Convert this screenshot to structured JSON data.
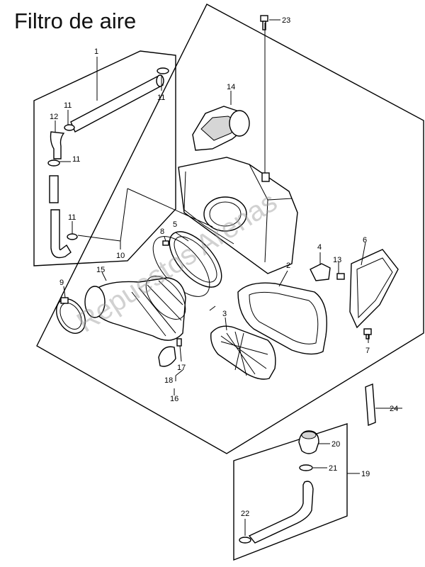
{
  "title": "Filtro de aire",
  "watermark": "Repuestos Arenas",
  "callouts": [
    "1",
    "2",
    "3",
    "4",
    "5",
    "6",
    "7",
    "8",
    "9",
    "10",
    "11",
    "11",
    "11",
    "11",
    "12",
    "13",
    "14",
    "15",
    "16",
    "17",
    "18",
    "19",
    "20",
    "21",
    "22",
    "23",
    "24"
  ]
}
